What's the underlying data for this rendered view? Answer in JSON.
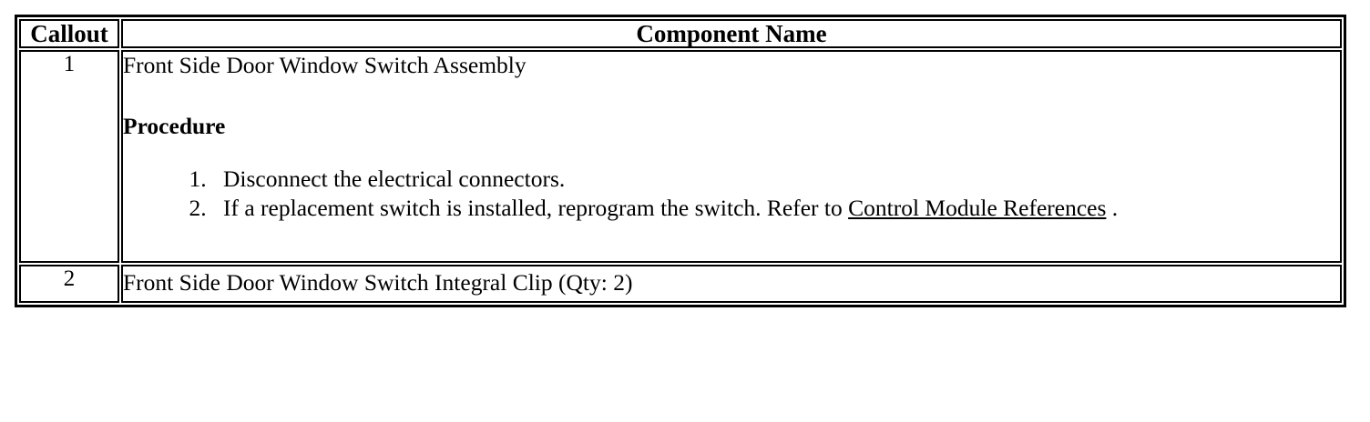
{
  "table": {
    "headers": {
      "callout": "Callout",
      "component_name": "Component Name"
    },
    "rows": [
      {
        "callout": "1",
        "title": "Front Side Door Window Switch Assembly",
        "section_heading": "Procedure",
        "steps": [
          {
            "text_before": "Disconnect the electrical connectors.",
            "link": "",
            "text_after": ""
          },
          {
            "text_before": "If a replacement switch is installed, reprogram the switch. Refer to ",
            "link": "Control Module References",
            "text_after": " ."
          }
        ]
      },
      {
        "callout": "2",
        "title": "Front Side Door Window Switch Integral Clip (Qty: 2)"
      }
    ]
  }
}
